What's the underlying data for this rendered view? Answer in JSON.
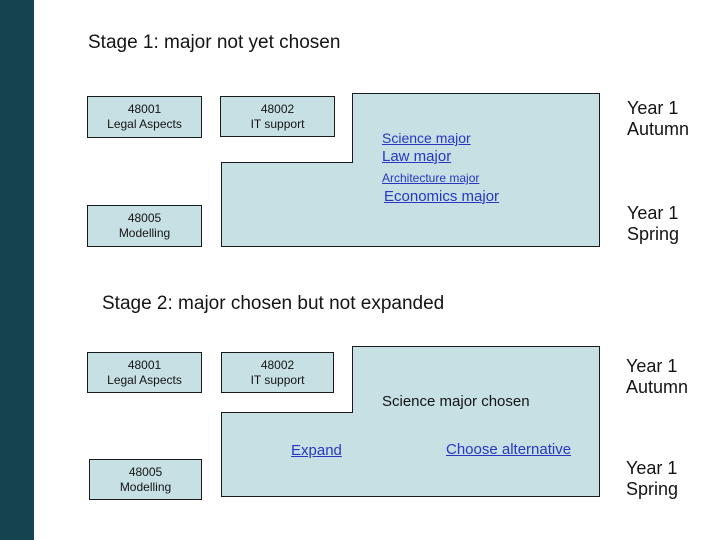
{
  "colors": {
    "background": "#ffffff",
    "sidebar": "#154450",
    "box_fill": "#c6e0e4",
    "box_border": "#1a1a1a",
    "link": "#2a36c0",
    "text": "#141414"
  },
  "stage1": {
    "title": "Stage 1: major not yet chosen",
    "courses": [
      {
        "code": "48001",
        "name": "Legal Aspects"
      },
      {
        "code": "48002",
        "name": "IT support"
      },
      {
        "code": "48005",
        "name": "Modelling"
      }
    ],
    "majors": [
      {
        "label": "Science major"
      },
      {
        "label": "Law major"
      },
      {
        "label": "Architecture major"
      },
      {
        "label": "Economics major"
      }
    ],
    "term_autumn": {
      "line1": "Year 1",
      "line2": "Autumn"
    },
    "term_spring": {
      "line1": "Year 1",
      "line2": "Spring"
    }
  },
  "stage2": {
    "title": "Stage 2: major chosen but not expanded",
    "courses": [
      {
        "code": "48001",
        "name": "Legal Aspects"
      },
      {
        "code": "48002",
        "name": "IT support"
      },
      {
        "code": "48005",
        "name": "Modelling"
      }
    ],
    "status": "Science major chosen",
    "actions": [
      {
        "label": "Expand"
      },
      {
        "label": "Choose alternative"
      }
    ],
    "term_autumn": {
      "line1": "Year 1",
      "line2": "Autumn"
    },
    "term_spring": {
      "line1": "Year 1",
      "line2": "Spring"
    }
  }
}
